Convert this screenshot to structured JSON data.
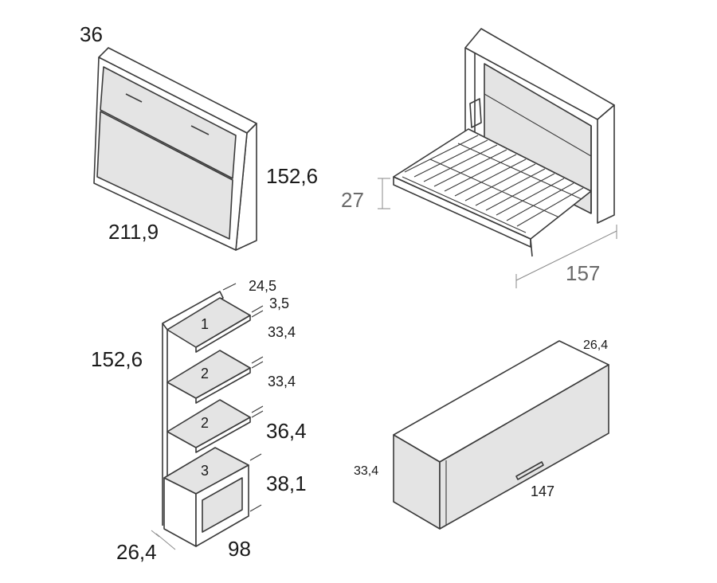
{
  "bed_closed": {
    "depth_label": "36",
    "height_label": "152,6",
    "width_label": "211,9"
  },
  "bed_open": {
    "leg_height_label": "27",
    "length_label": "157"
  },
  "shelf_unit": {
    "height_label": "152,6",
    "depth_label": "26,4",
    "width_label": "98",
    "top_depth_label": "24,5",
    "thickness_label": "3,5",
    "spacing_1_label": "33,4",
    "spacing_2_label": "33,4",
    "spacing_3_label": "36,4",
    "spacing_4_label": "38,1",
    "shelves": [
      {
        "number": "1"
      },
      {
        "number": "2"
      },
      {
        "number": "2"
      },
      {
        "number": "3"
      }
    ]
  },
  "wall_cabinet": {
    "depth_label": "26,4",
    "height_label": "33,4",
    "width_label": "147"
  }
}
